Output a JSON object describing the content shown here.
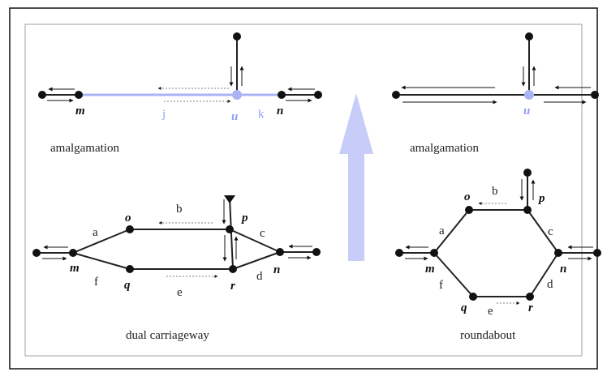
{
  "colors": {
    "edge": "#222222",
    "highlight": "#aab4f5",
    "highlight_text": "#8f9df0",
    "arrow": "#c7cdf8"
  },
  "panels": {
    "top_left": {
      "caption": "amalgamation",
      "nodes": {
        "m": "m",
        "u": "u",
        "n": "n"
      },
      "edges": {
        "j": "j",
        "k": "k"
      }
    },
    "top_right": {
      "caption": "amalgamation",
      "nodes": {
        "u": "u"
      }
    },
    "bottom_left": {
      "caption": "dual carriageway",
      "nodes": {
        "m": "m",
        "o": "o",
        "p": "p",
        "q": "q",
        "r": "r",
        "n": "n"
      },
      "edges": {
        "a": "a",
        "b": "b",
        "c": "c",
        "d": "d",
        "e": "e",
        "f": "f"
      }
    },
    "bottom_right": {
      "caption": "roundabout",
      "nodes": {
        "o": "o",
        "p": "p",
        "m": "m",
        "n": "n",
        "q": "q",
        "r": "r"
      },
      "edges": {
        "a": "a",
        "b": "b",
        "c": "c",
        "d": "d",
        "e": "e",
        "f": "f"
      }
    }
  }
}
